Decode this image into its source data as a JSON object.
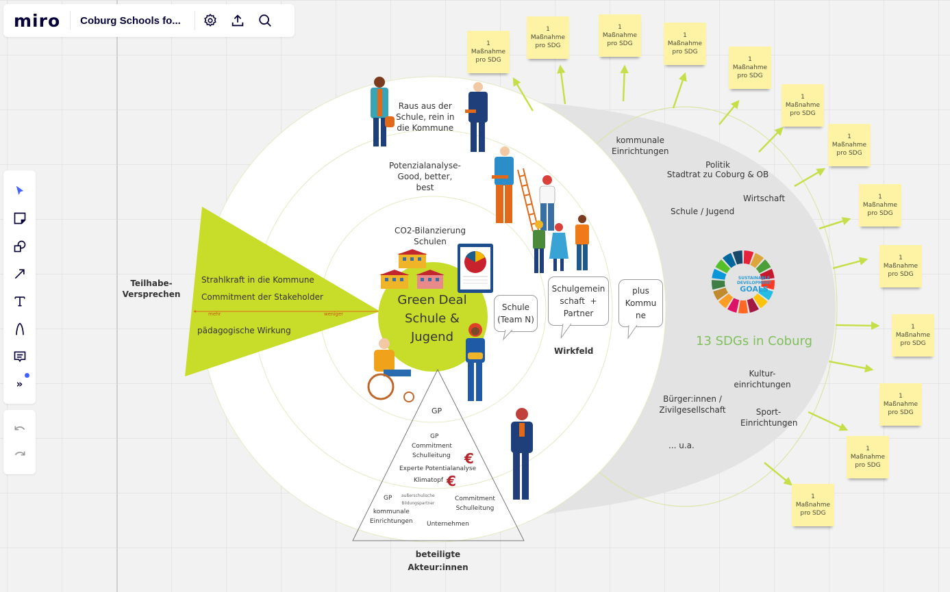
{
  "app": {
    "logo": "miro",
    "board_title": "Coburg Schools fo...",
    "header_icons": [
      "settings-icon",
      "share-upload-icon",
      "search-icon"
    ]
  },
  "toolbar": {
    "tools": [
      {
        "name": "select",
        "icon": "cursor-icon",
        "active": true
      },
      {
        "name": "sticky-note",
        "icon": "sticky-note-icon"
      },
      {
        "name": "shapes",
        "icon": "shapes-icon"
      },
      {
        "name": "connection-line",
        "icon": "arrow-icon"
      },
      {
        "name": "text",
        "icon": "text-icon"
      },
      {
        "name": "pen",
        "icon": "pen-icon"
      },
      {
        "name": "comment",
        "icon": "comment-icon"
      },
      {
        "name": "more-tools",
        "icon": "more-icon",
        "badge": true
      }
    ],
    "undo_icon": "undo-icon",
    "redo_icon": "redo-icon"
  },
  "colors": {
    "accent_green": "#c8dc2a",
    "sdg_title_green": "#7fbf5a",
    "sticky_yellow": "#fef3a4",
    "gray_half_circle": "#e3e3e3",
    "euro_red": "#b5272d",
    "tool_active_blue": "#4262ff"
  },
  "diagram": {
    "rings": {
      "outer": "Raus aus der\nSchule, rein in\ndie Kommune",
      "middle": "Potenzialanalyse-\nGood, better,\nbest",
      "inner": "CO2-Bilanzierung\nSchulen"
    },
    "center": "Green Deal\nSchule &\nJugend",
    "teilhabe": {
      "label": "Teilhabe-\nVersprechen",
      "items": [
        "Strahlkraft in die Kommune",
        "Commitment der Stakeholder",
        "pädagogische Wirkung"
      ],
      "scale_more": "mehr",
      "scale_less": "weniger"
    },
    "bubbles": [
      "Schule\n(Team N)",
      "Schulgemein\nschaft  +\nPartner",
      "plus\nKommu\nne"
    ],
    "wirkfeld_label": "Wirkfeld",
    "pyramid": {
      "top": "GP",
      "middle": [
        "GP",
        "Commitment",
        "Schulleitung",
        "Experte Potentialanalyse",
        "Klimatopf"
      ],
      "bottom": {
        "gp": "GP",
        "ausserschulisch": "außerschulische\nBildungspartner",
        "kommunal": "kommunale\nEinrichtungen",
        "commitment": "Commitment\nSchulleitung",
        "unternehmen": "Unternehmen"
      },
      "euro_symbol": "€",
      "caption": "beteiligte\nAkteur:innen"
    },
    "kommune_half": {
      "items": [
        "kommunale\nEinrichtungen",
        "Politik\nStadtrat zu Coburg & OB",
        "Wirtschaft",
        "Schule / Jugend",
        "Kultur-\neinrichtungen",
        "Bürger:innen /\nZivilgesellschaft",
        "Sport-\nEinrichtungen",
        "... u.a."
      ],
      "sdg_logo_text": [
        "SUSTAINABLE",
        "DEVELOPMENT",
        "GOALS"
      ],
      "sdg_title": "13 SDGs in Coburg"
    },
    "sticky_notes": [
      {
        "num": "1",
        "text": "Maßnahme\npro SDG"
      },
      {
        "num": "1",
        "text": "Maßnahme\npro SDG"
      },
      {
        "num": "1",
        "text": "Maßnahme\npro SDG"
      },
      {
        "num": "1",
        "text": "Maßnahme\npro SDG"
      },
      {
        "num": "1",
        "text": "Maßnahme\npro SDG"
      },
      {
        "num": "1",
        "text": "Maßnahme\npro SDG"
      },
      {
        "num": "1",
        "text": "Maßnahme\npro SDG"
      },
      {
        "num": "1",
        "text": "Maßnahme\npro SDG"
      },
      {
        "num": "1",
        "text": "Maßnahme\npro SDG"
      },
      {
        "num": "1",
        "text": "Maßnahme\npro SDG"
      },
      {
        "num": "1",
        "text": "Maßnahme\npro SDG"
      },
      {
        "num": "1",
        "text": "Maßnahme\npro SDG"
      },
      {
        "num": "1",
        "text": "Maßnahme\npro SDG"
      }
    ]
  }
}
